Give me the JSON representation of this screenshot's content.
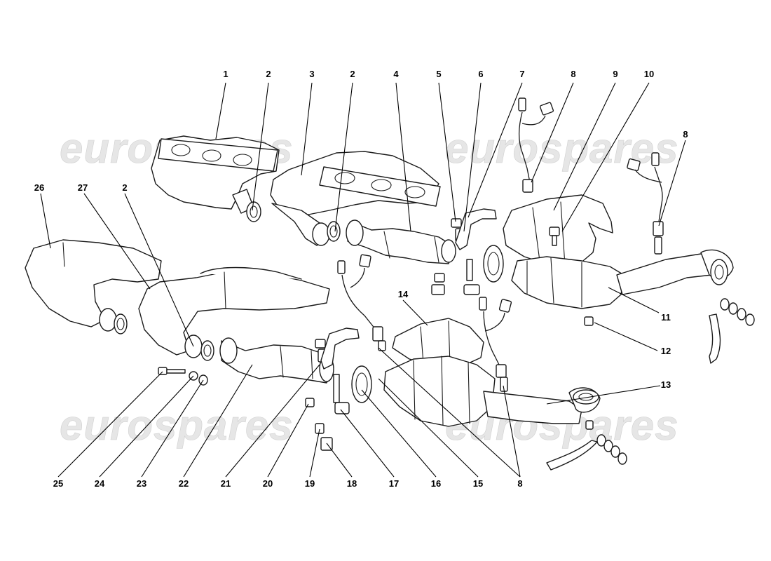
{
  "watermark": {
    "text": "eurospares"
  },
  "callouts": [
    {
      "id": "c1",
      "label": "1"
    },
    {
      "id": "c2a",
      "label": "2"
    },
    {
      "id": "c3",
      "label": "3"
    },
    {
      "id": "c2b",
      "label": "2"
    },
    {
      "id": "c4",
      "label": "4"
    },
    {
      "id": "c5",
      "label": "5"
    },
    {
      "id": "c6",
      "label": "6"
    },
    {
      "id": "c7",
      "label": "7"
    },
    {
      "id": "c8a",
      "label": "8"
    },
    {
      "id": "c9",
      "label": "9"
    },
    {
      "id": "c10",
      "label": "10"
    },
    {
      "id": "c8b",
      "label": "8"
    },
    {
      "id": "c26",
      "label": "26"
    },
    {
      "id": "c27",
      "label": "27"
    },
    {
      "id": "c2c",
      "label": "2"
    },
    {
      "id": "c14",
      "label": "14"
    },
    {
      "id": "c11",
      "label": "11"
    },
    {
      "id": "c12",
      "label": "12"
    },
    {
      "id": "c13",
      "label": "13"
    },
    {
      "id": "c25",
      "label": "25"
    },
    {
      "id": "c24",
      "label": "24"
    },
    {
      "id": "c23",
      "label": "23"
    },
    {
      "id": "c22",
      "label": "22"
    },
    {
      "id": "c21",
      "label": "21"
    },
    {
      "id": "c20",
      "label": "20"
    },
    {
      "id": "c19",
      "label": "19"
    },
    {
      "id": "c18",
      "label": "18"
    },
    {
      "id": "c17",
      "label": "17"
    },
    {
      "id": "c16",
      "label": "16"
    },
    {
      "id": "c15",
      "label": "15"
    },
    {
      "id": "c8c",
      "label": "8"
    }
  ]
}
